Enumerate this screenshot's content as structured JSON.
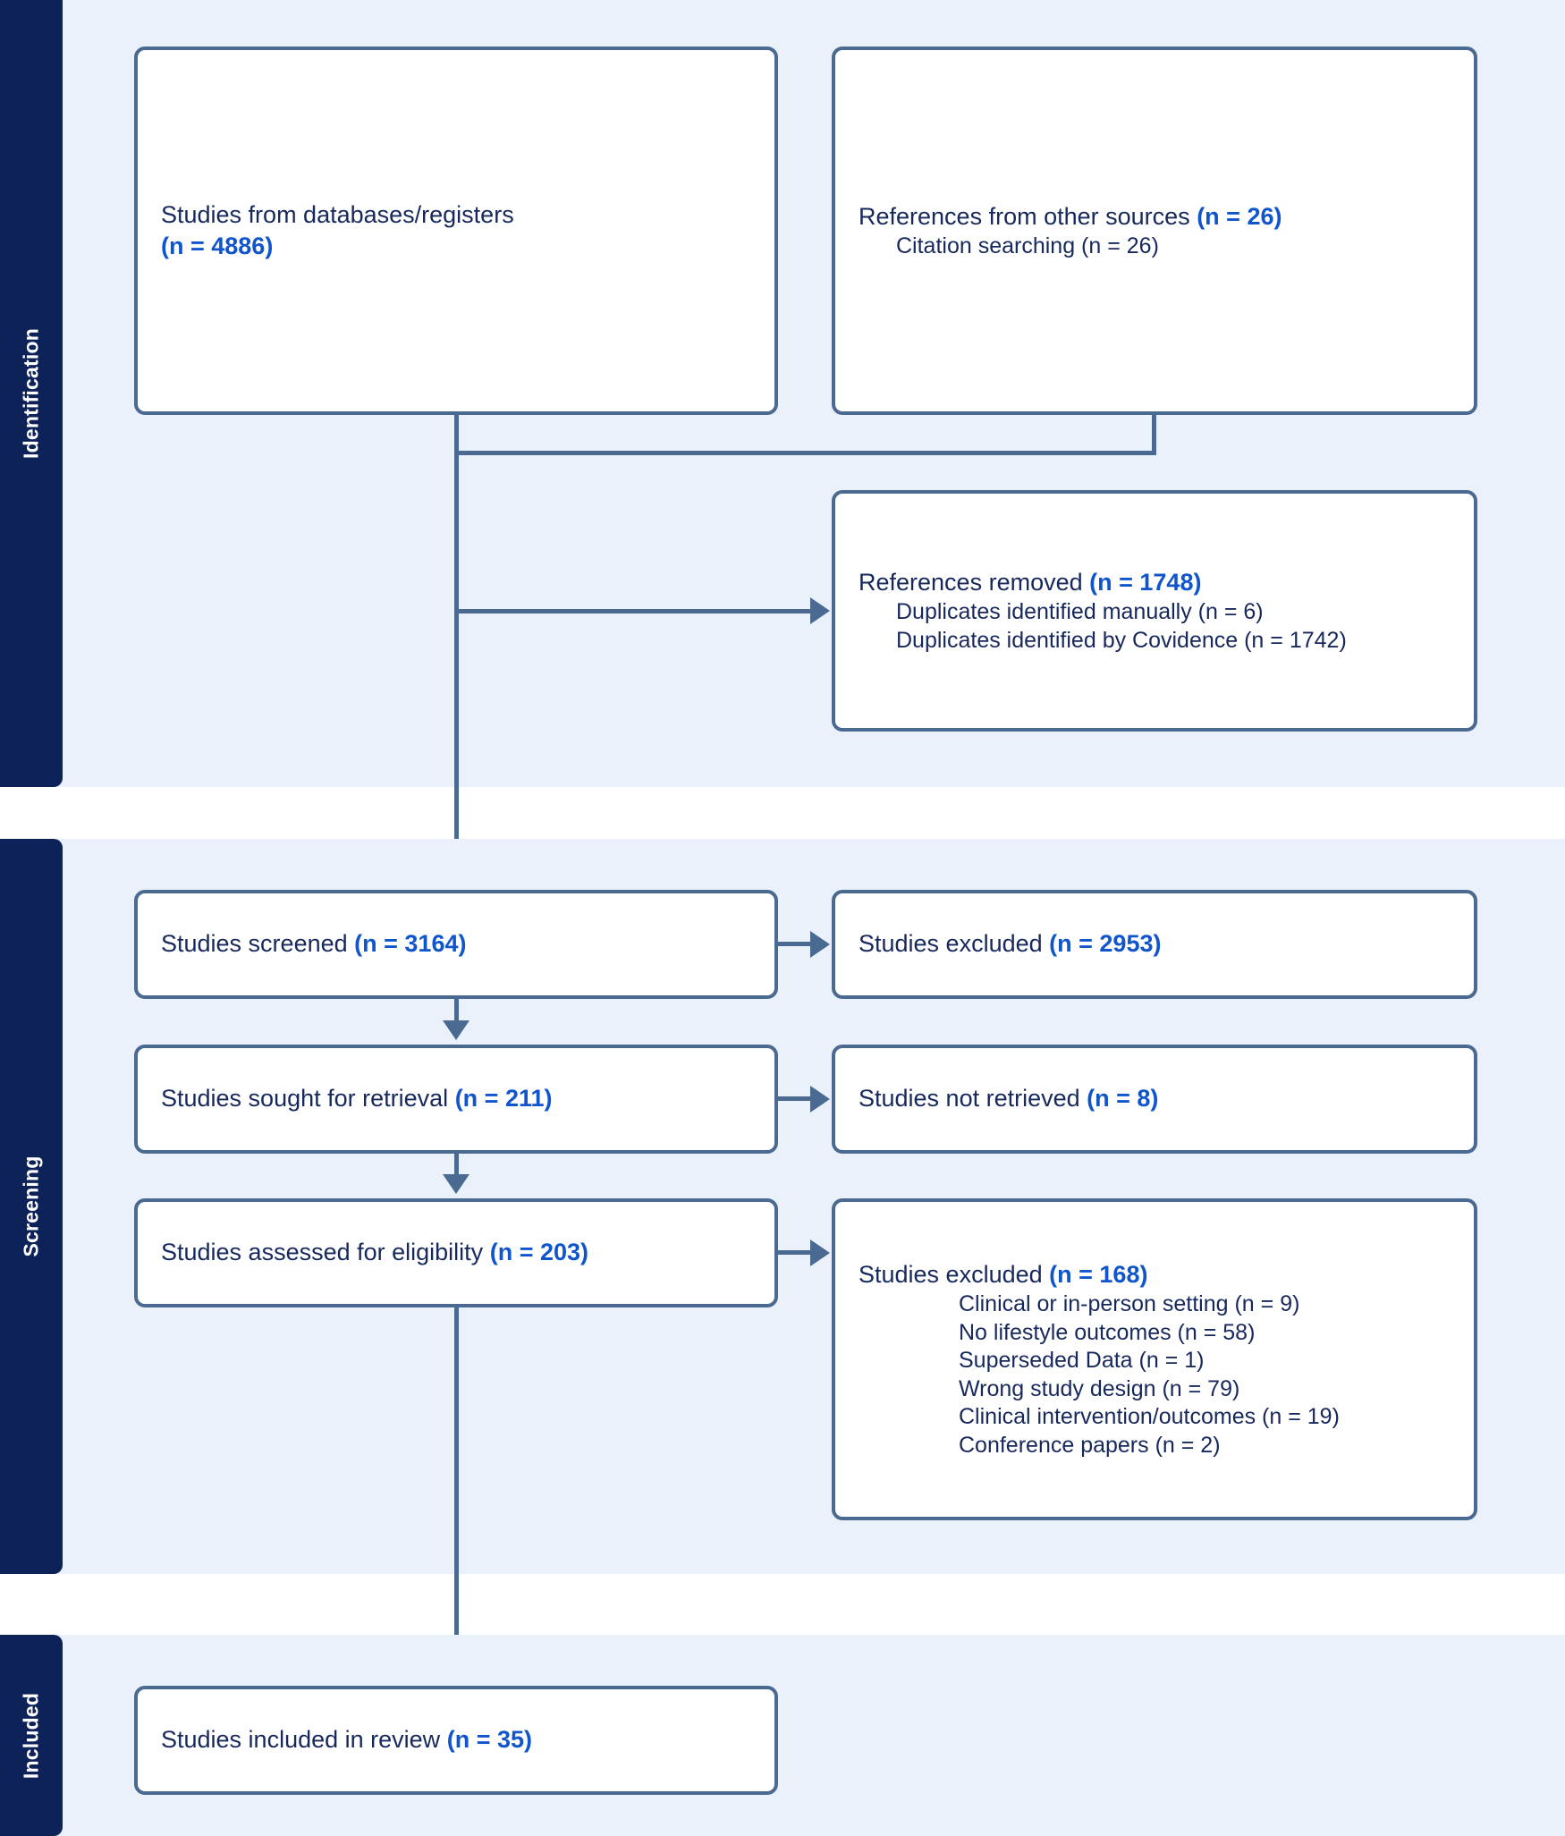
{
  "diagram": {
    "type": "prisma-flow-diagram",
    "colors": {
      "sidebar_bg": "#0d2259",
      "section_bg": "#eaf1fb",
      "box_border": "#4a6a91",
      "box_bg": "#ffffff",
      "text": "#17285c",
      "count_accent": "#1155cc",
      "connector": "#4a6a91"
    },
    "sections": [
      {
        "id": "identification",
        "label": "Identification"
      },
      {
        "id": "screening",
        "label": "Screening"
      },
      {
        "id": "included",
        "label": "Included"
      }
    ],
    "boxes": {
      "databases": {
        "title": "Studies from databases/registers",
        "count": "(n = 4886)"
      },
      "other_sources": {
        "title": "References from other sources",
        "count": "(n = 26)",
        "details": [
          "Citation searching (n = 26)"
        ]
      },
      "references_removed": {
        "title": "References removed",
        "count": "(n = 1748)",
        "details": [
          "Duplicates identified manually (n = 6)",
          "Duplicates identified by Covidence (n = 1742)"
        ]
      },
      "screened": {
        "title": "Studies screened",
        "count": "(n = 3164)"
      },
      "screened_excluded": {
        "title": "Studies excluded",
        "count": "(n = 2953)"
      },
      "sought": {
        "title": "Studies sought for retrieval",
        "count": "(n = 211)"
      },
      "not_retrieved": {
        "title": "Studies not retrieved",
        "count": "(n = 8)"
      },
      "eligibility": {
        "title": "Studies assessed for eligibility",
        "count": "(n = 203)"
      },
      "eligibility_excluded": {
        "title": "Studies excluded",
        "count": "(n = 168)",
        "details": [
          "Clinical or in-person setting (n = 9)",
          "No lifestyle outcomes (n = 58)",
          "Superseded Data (n = 1)",
          "Wrong study design (n = 79)",
          "Clinical intervention/outcomes (n = 19)",
          "Conference papers (n = 2)"
        ]
      },
      "included": {
        "title": "Studies included in review",
        "count": "(n = 35)"
      }
    }
  }
}
